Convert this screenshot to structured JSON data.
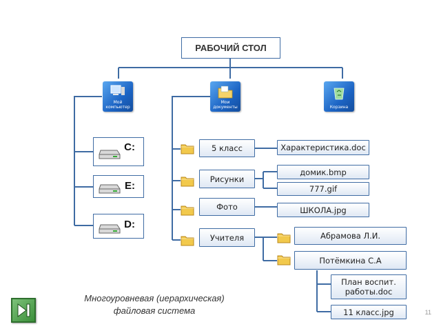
{
  "desktop": {
    "title": "РАБОЧИЙ СТОЛ"
  },
  "desktop_icons": [
    {
      "label": "Мой компьютер",
      "icon": "my-computer-icon"
    },
    {
      "label": "Мои документы",
      "icon": "my-documents-icon"
    },
    {
      "label": "Корзина",
      "icon": "recycle-bin-icon"
    }
  ],
  "drives": [
    {
      "letter": "C:"
    },
    {
      "letter": "E:"
    },
    {
      "letter": "D:"
    }
  ],
  "folders": [
    {
      "name": "5 класс"
    },
    {
      "name": "Рисунки"
    },
    {
      "name": "Фото"
    },
    {
      "name": "Учителя"
    }
  ],
  "files": {
    "characteristic": "Характеристика.doc",
    "house": "домик.bmp",
    "gif": "777.gif",
    "school": "ШКОЛА.jpg",
    "plan": "План воспит. работы.doc",
    "class11": "11 класс.jpg"
  },
  "teachers": [
    {
      "name": "Абрамова Л.И."
    },
    {
      "name": "Потёмкина С.А"
    }
  ],
  "caption": {
    "line1": "Многоуровневая (иерархическая)",
    "line2": "файловая система"
  },
  "page_number": "11",
  "colors": {
    "line": "#3e6ba3",
    "folder": "#f2c94c",
    "nav": "#3b8f3a"
  }
}
